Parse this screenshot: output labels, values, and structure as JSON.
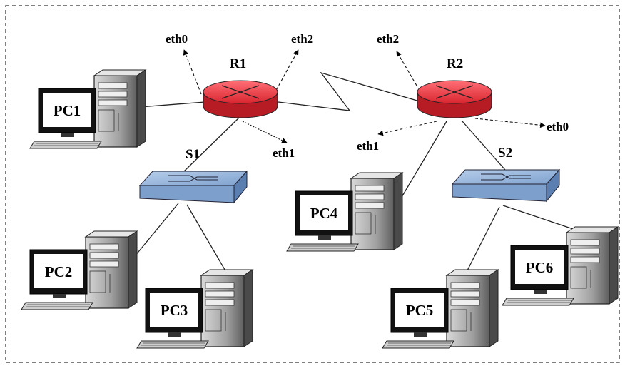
{
  "diagram": {
    "routers": [
      {
        "id": "R1",
        "label": "R1",
        "color": "#e0303a"
      },
      {
        "id": "R2",
        "label": "R2",
        "color": "#e0303a"
      }
    ],
    "switches": [
      {
        "id": "S1",
        "label": "S1",
        "color": "#8fb0d8"
      },
      {
        "id": "S2",
        "label": "S2",
        "color": "#8fb0d8"
      }
    ],
    "pcs": [
      {
        "id": "PC1",
        "label": "PC1"
      },
      {
        "id": "PC2",
        "label": "PC2"
      },
      {
        "id": "PC3",
        "label": "PC3"
      },
      {
        "id": "PC4",
        "label": "PC4"
      },
      {
        "id": "PC5",
        "label": "PC5"
      },
      {
        "id": "PC6",
        "label": "PC6"
      }
    ],
    "interfaces": {
      "r1_eth0": "eth0",
      "r1_eth2": "eth2",
      "r1_eth1": "eth1",
      "r2_eth2": "eth2",
      "r2_eth1": "eth1",
      "r2_eth0": "eth0"
    },
    "links": [
      [
        "PC1",
        "R1"
      ],
      [
        "R1",
        "S1"
      ],
      [
        "S1",
        "PC2"
      ],
      [
        "S1",
        "PC3"
      ],
      [
        "R1",
        "R2"
      ],
      [
        "R2",
        "PC4"
      ],
      [
        "R2",
        "S2"
      ],
      [
        "S2",
        "PC5"
      ],
      [
        "S2",
        "PC6"
      ]
    ]
  }
}
